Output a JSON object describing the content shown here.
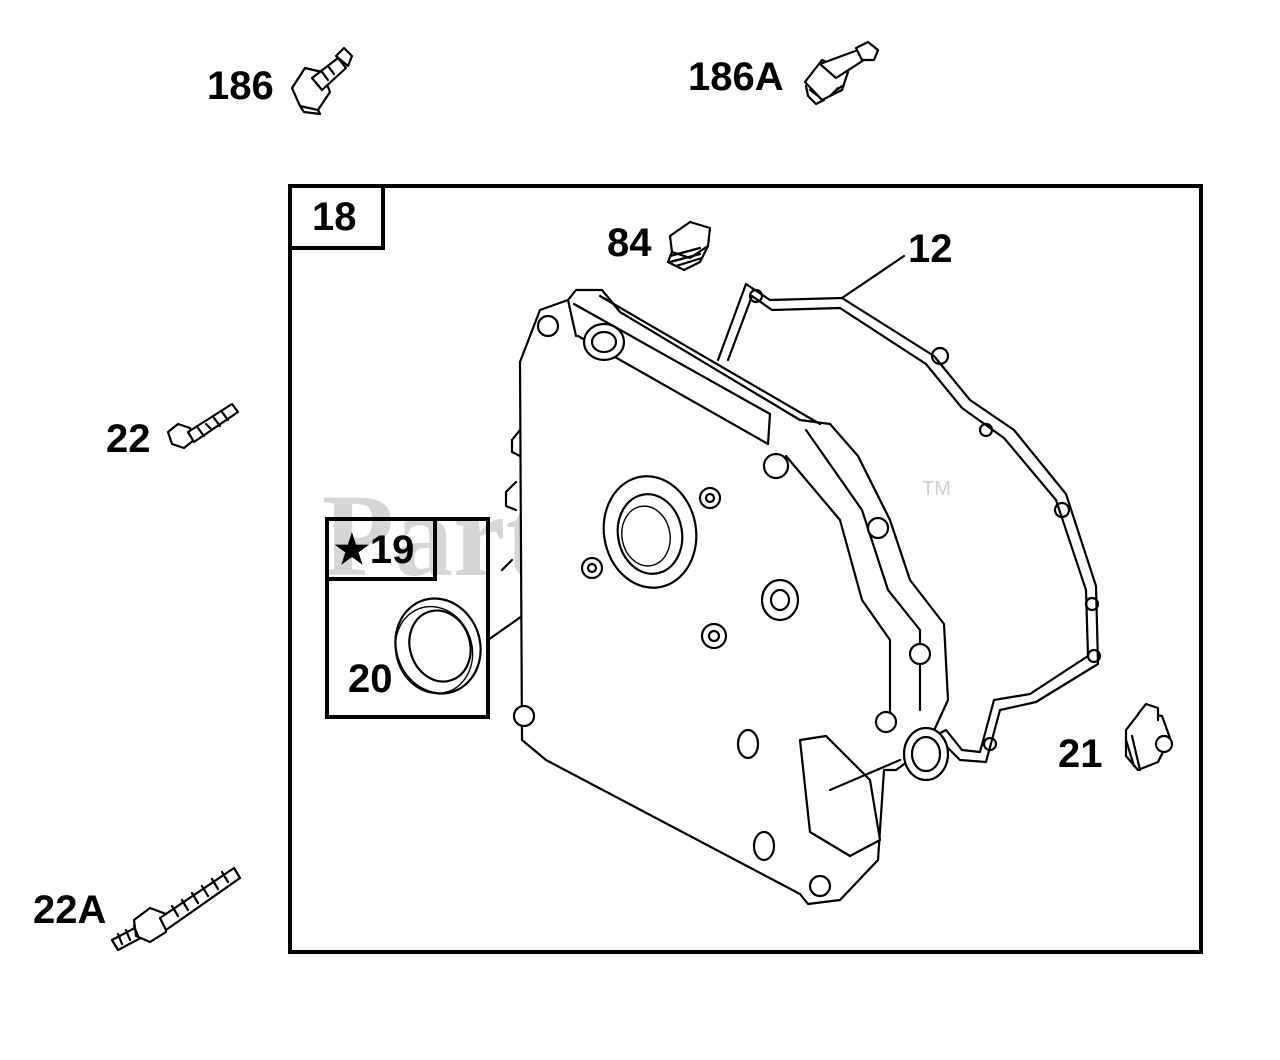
{
  "watermark": {
    "text": "PartsTree",
    "trademark": "TM"
  },
  "assembly_box": {
    "label": "18"
  },
  "kit_box": {
    "label": "★19"
  },
  "callouts": {
    "c186": "186",
    "c186A": "186A",
    "c84": "84",
    "c12": "12",
    "c22": "22",
    "c20": "20",
    "c21": "21",
    "c22A": "22A"
  }
}
